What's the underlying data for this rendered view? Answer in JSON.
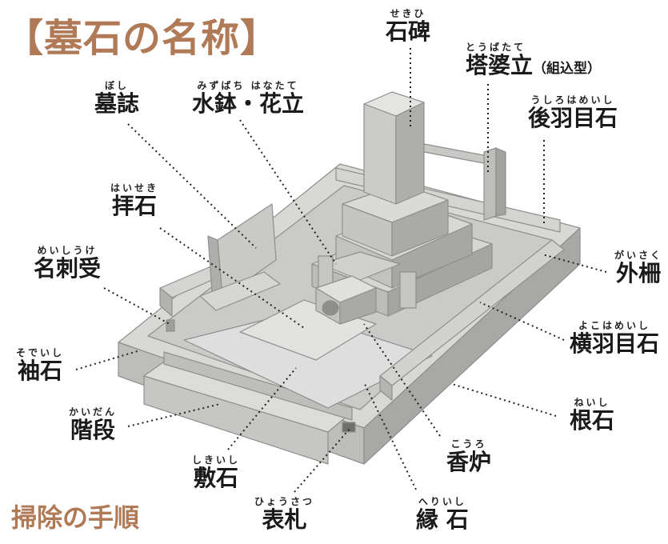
{
  "title": "【墓石の名称】",
  "subtitle": "掃除の手順",
  "labels": {
    "sekihi": {
      "ruby": "せきひ",
      "text": "石碑"
    },
    "toubatate": {
      "ruby": "とうばたて",
      "text": "塔婆立",
      "note": "（組込型）"
    },
    "ushirohameishi": {
      "ruby": "うしろはめいし",
      "text": "後羽目石"
    },
    "boshi": {
      "ruby": "ぼし",
      "text": "墓誌"
    },
    "mizubachi": {
      "ruby": "みずばち はなたて",
      "text": "水鉢・花立"
    },
    "haiseki": {
      "ruby": "はいせき",
      "text": "拝石"
    },
    "meishiuke": {
      "ruby": "めいしうけ",
      "text": "名刺受"
    },
    "gaisaku": {
      "ruby": "がいさく",
      "text": "外柵"
    },
    "sodeishi": {
      "ruby": "そでいし",
      "text": "袖石"
    },
    "yokohameishi": {
      "ruby": "よこはめいし",
      "text": "横羽目石"
    },
    "neishi": {
      "ruby": "ねいし",
      "text": "根石"
    },
    "kaidan": {
      "ruby": "かいだん",
      "text": "階段"
    },
    "shikiishi": {
      "ruby": "しきいし",
      "text": "敷石"
    },
    "kouro": {
      "ruby": "こうろ",
      "text": "香炉"
    },
    "hyousatsu": {
      "ruby": "ひょうさつ",
      "text": "表札"
    },
    "herii": {
      "ruby": "へりいし",
      "text": "縁 石"
    }
  },
  "colors": {
    "title": "#b07a57",
    "stone_light": "#d9d9d7",
    "stone_mid": "#c4c4c2",
    "stone_dark": "#a9a9a7",
    "edge": "#8a8a88"
  }
}
